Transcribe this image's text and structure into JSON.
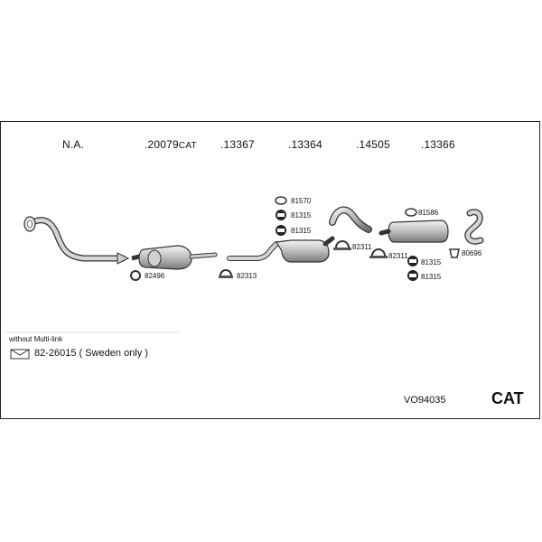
{
  "header": {
    "columns": [
      {
        "label": "N.A.",
        "suffix": ""
      },
      {
        "label": ".20079",
        "suffix": "CAT"
      },
      {
        "label": ".13367",
        "suffix": ""
      },
      {
        "label": ".13364",
        "suffix": ""
      },
      {
        "label": ".14505",
        "suffix": ""
      },
      {
        "label": ".13366",
        "suffix": ""
      }
    ]
  },
  "parts": {
    "gasket_1": "82496",
    "clamp_1": "82313",
    "ring_top": "81570",
    "rubber_1": "81315",
    "rubber_2": "81315",
    "clamp_2": "82311",
    "ring_2": "81586",
    "clamp_3": "82311",
    "rubber_3": "81315",
    "rubber_4": "81315",
    "hanger": "80696"
  },
  "footer": {
    "note": "without Multi-link",
    "kit": "82-26015 ( Sweden only )",
    "code": "VO94035",
    "badge": "CAT"
  }
}
